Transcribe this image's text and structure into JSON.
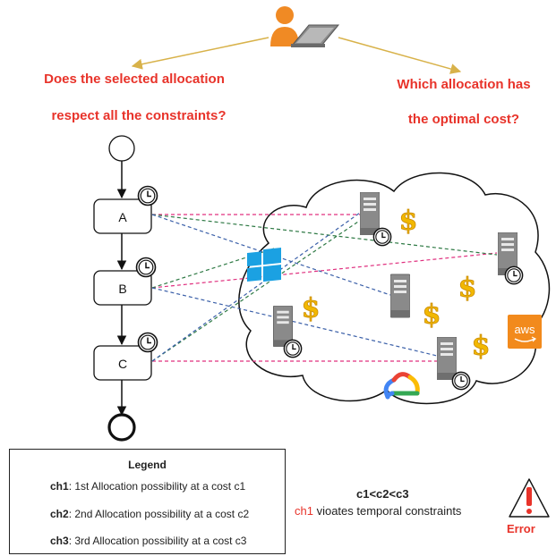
{
  "questions": {
    "left_line1": "Does the selected allocation",
    "left_line2": "respect all the constraints?",
    "right_line1": "Which allocation has",
    "right_line2": "the optimal cost?"
  },
  "tasks": [
    {
      "label": "A"
    },
    {
      "label": "B"
    },
    {
      "label": "C"
    }
  ],
  "cloud_logos": {
    "aws": "aws"
  },
  "legend": {
    "title": "Legend",
    "items": [
      {
        "key": "ch1",
        "text": ": 1st Allocation possibility at a cost c1",
        "color": "#e0307f"
      },
      {
        "key": "ch2",
        "text": ": 2nd Allocation possibility at a cost c2",
        "color": "#2f7a45"
      },
      {
        "key": "ch3",
        "text": ": 3rd Allocation possibility at a cost c3",
        "color": "#3a5fa8"
      }
    ]
  },
  "notes": {
    "cost_order": "c1<c2<c3",
    "violation_prefix": "ch1",
    "violation_text": " vioates temporal constraints",
    "error_label": "Error"
  },
  "colors": {
    "question": "#e8332a",
    "arrow": "#d8b24a",
    "ch1": "#e0307f",
    "ch2": "#2f7a45",
    "ch3": "#3a5fa8",
    "dollar": "#f2b800"
  }
}
